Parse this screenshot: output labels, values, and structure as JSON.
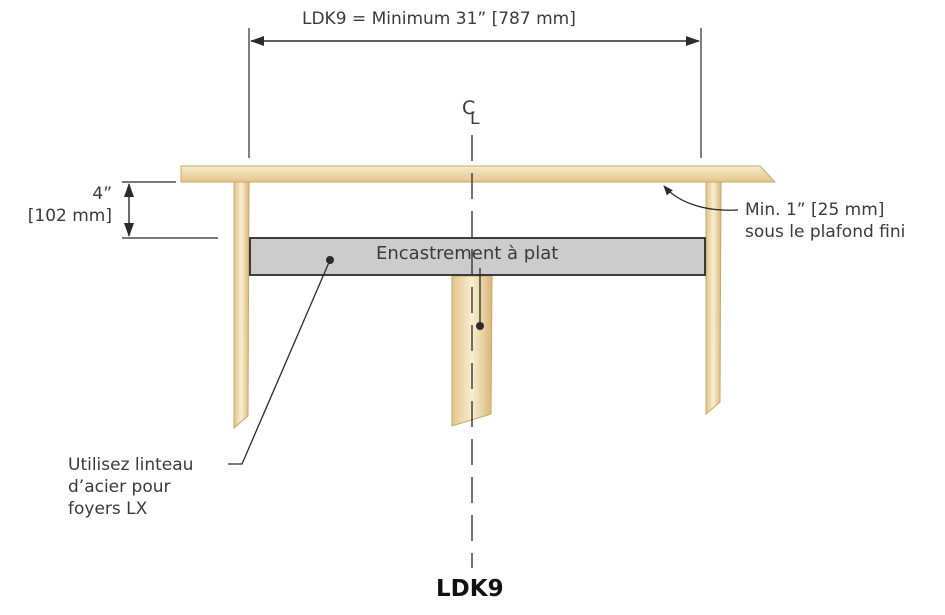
{
  "dimension": {
    "width_label": "LDK9 = Minimum 31” [787 mm]",
    "height_label_line1": "4”",
    "height_label_line2": "[102 mm]"
  },
  "centerline": {
    "symbol": "C",
    "sub": "L"
  },
  "insert_label": "Encastrement à plat",
  "clearance_note": {
    "line1": "Min. 1” [25 mm]",
    "line2": "sous le plafond fini"
  },
  "lintel_note": {
    "line1": "Utilisez linteau",
    "line2": "d’acier pour",
    "line3": "foyers LX"
  },
  "model_label": "LDK9",
  "colors": {
    "wood_light": "#f6e7c3",
    "wood_dark": "#d9b778",
    "box_fill": "#cfcfcf",
    "line": "#2b2b2b"
  }
}
